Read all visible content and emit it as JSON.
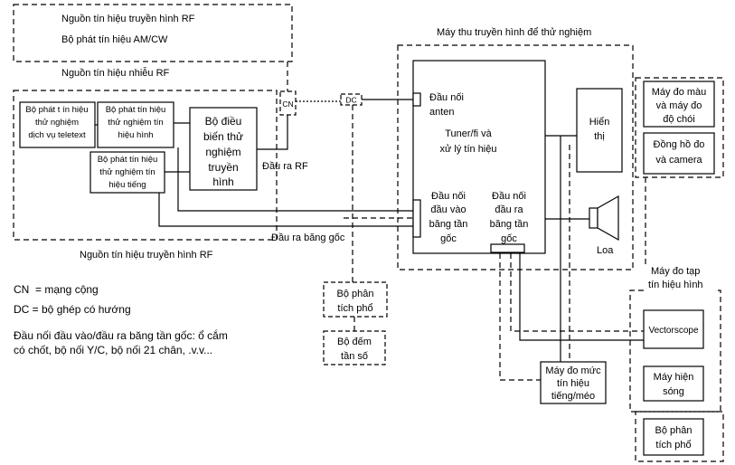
{
  "top_source": {
    "title": "Nguồn tín hiệu truyền hình RF",
    "generator": "Bộ phát tín hiệu AM/CW",
    "caption": "Nguồn tín hiệu nhiễu RF"
  },
  "left_source": {
    "caption": "Nguồn tín hiệu truyền hình RF",
    "teletext_generator": [
      "Bộ phát t ín hiệu",
      "thử nghiệm",
      "dịch vụ teletext"
    ],
    "video_generator": [
      "Bộ phát tín hiệu",
      "thử nghiệm tín",
      "hiệu hình"
    ],
    "audio_generator": [
      "Bộ phát tín hiệu",
      "thử nghiệm tín",
      "hiệu tiếng"
    ],
    "modulator": [
      "Bộ điều",
      "biến thử",
      "nghiệm",
      "truyền",
      "hình"
    ],
    "rf_output": "Đầu ra RF",
    "baseband_output": "Đầu ra băng gốc"
  },
  "combiner": "CN",
  "coupler": "DC",
  "receiver": {
    "title": "Máy thu truyền hình để thử nghiệm",
    "antenna_connector": [
      "Đầu nối",
      "anten"
    ],
    "tuner": [
      "Tuner/fi và",
      "xử lý tín hiệu"
    ],
    "baseband_input": [
      "Đầu nối",
      "đầu vào",
      "băng tần",
      "gốc"
    ],
    "baseband_output": [
      "Đầu nối",
      "đầu ra",
      "băng tần",
      "gốc"
    ],
    "display": [
      "Hiển",
      "thị"
    ],
    "speaker": "Loa"
  },
  "instruments": {
    "colorimeter": [
      "Máy đo màu",
      "và máy đo",
      "độ chói"
    ],
    "clock_camera": [
      "Đồng hồ đo",
      "và camera"
    ],
    "video_noise_meter": [
      "Máy đo tạp",
      "tín hiệu hình"
    ],
    "vectorscope": "Vectorscope",
    "oscilloscope": [
      "Máy hiện",
      "sóng"
    ],
    "spectrum_analyzer_right": [
      "Bộ phân",
      "tích phổ"
    ],
    "audio_level_meter": [
      "Máy đo mức",
      "tín hiệu",
      "tiếng/méo"
    ],
    "spectrum_analyzer_mid": [
      "Bộ phân",
      "tích phổ"
    ],
    "frequency_counter": [
      "Bộ đếm",
      "tần số"
    ]
  },
  "legend": [
    "CN  = mạng cộng",
    "DC = bộ ghép có hướng",
    "Đầu nối đầu vào/đầu ra băng tần gốc: ổ cắm",
    "có chốt, bộ nối Y/C, bộ nối 21 chân, .v.v..."
  ]
}
